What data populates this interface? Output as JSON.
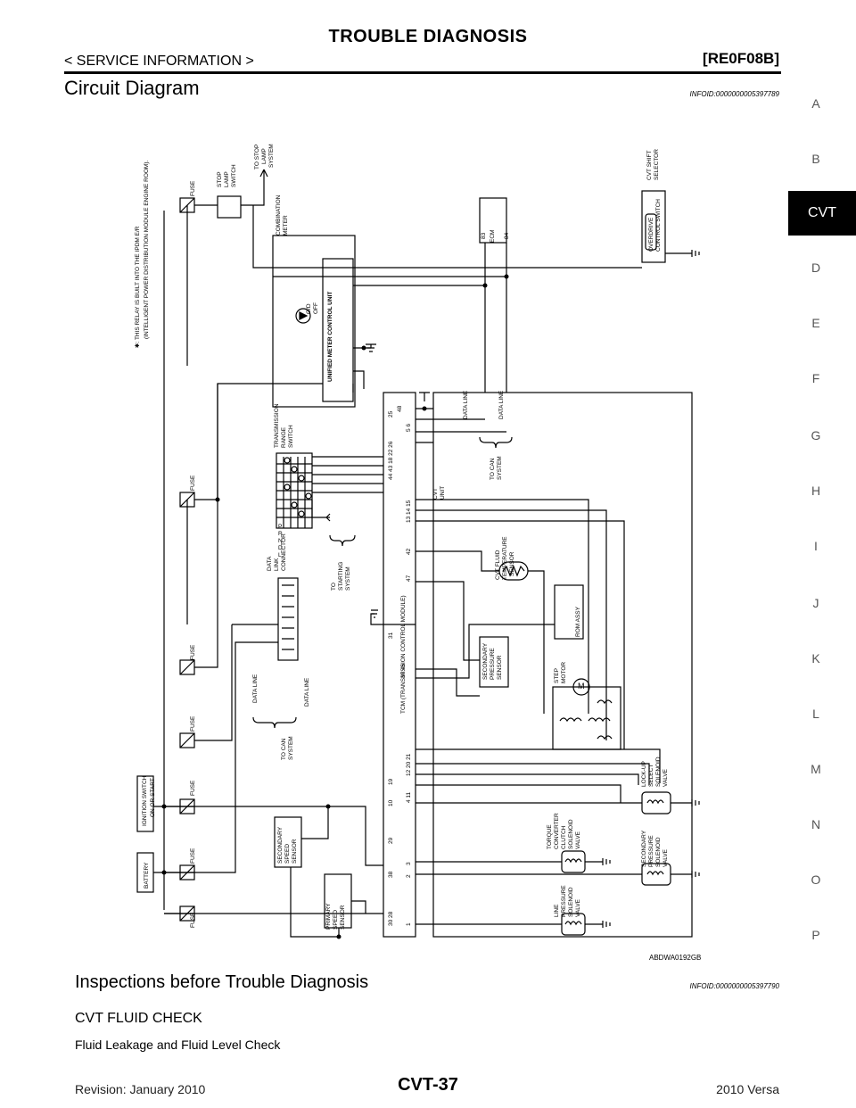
{
  "header": {
    "title": "TROUBLE DIAGNOSIS",
    "service_info": "< SERVICE INFORMATION >",
    "model_code": "[RE0F08B]"
  },
  "section": {
    "title": "Circuit Diagram",
    "info_id": "INFOID:0000000005397789"
  },
  "section2": {
    "title": "Inspections before Trouble Diagnosis",
    "info_id": "INFOID:0000000005397790"
  },
  "subsection": {
    "title": "CVT FLUID CHECK",
    "subtitle": "Fluid Leakage and Fluid Level Check"
  },
  "footer": {
    "revision": "Revision: January 2010",
    "page": "CVT-37",
    "model": "2010 Versa"
  },
  "sidebar": {
    "active": "CVT",
    "letters": [
      "A",
      "B",
      "D",
      "E",
      "F",
      "G",
      "H",
      "I",
      "J",
      "K",
      "L",
      "M",
      "N",
      "O",
      "P"
    ]
  },
  "diagram": {
    "figure_id": "ABDWA0192GB",
    "note_line1": "✱: THIS RELAY IS BUILT INTO THE IPDM E/R",
    "note_line2": "(INTELLIGENT POWER DISTRIBUTION MODULE ENGINE ROOM).",
    "fuse": "FUSE",
    "battery": "BATTERY",
    "ignition_line1": "IGNITION SWITCH",
    "ignition_line2": "ON OR START",
    "stop_lamp_line1": "STOP",
    "stop_lamp_line2": "LAMP",
    "stop_lamp_line3": "SWITCH",
    "to_stop_line1": "TO STOP",
    "to_stop_line2": "LAMP",
    "to_stop_line3": "SYSTEM",
    "combination_line1": "COMBINATION",
    "combination_line2": "METER",
    "meter_unit": "UNIFIED METER CONTROL UNIT",
    "od_line1": "O/D",
    "od_line2": "OFF",
    "ecm": "ECM",
    "ecm_pin_83": "83",
    "ecm_pin_84": "84",
    "shift_line1": "CVT SHIFT",
    "shift_line2": "SELECTOR",
    "overdrive_line1": "OVERDRIVE",
    "overdrive_line2": "CONTROL SWITCH",
    "trs_line1": "TRANSMISSION",
    "trs_line2": "RANGE",
    "trs_line3": "SWITCH",
    "trs_positions": [
      "P",
      "R",
      "N",
      "D",
      "L"
    ],
    "to_starting_line1": "TO",
    "to_starting_line2": "STARTING",
    "to_starting_line3": "SYSTEM",
    "dlc_line1": "DATA",
    "dlc_line2": "LINK",
    "dlc_line3": "CONNECTOR",
    "data_line": "DATA LINE",
    "to_can_line1": "TO CAN",
    "to_can_line2": "SYSTEM",
    "tcm": "TCM (TRANSMISSION CONTROL MODULE)",
    "cvt_unit_line1": "CVT",
    "cvt_unit_line2": "UNIT",
    "pins_top_a": "25",
    "pins_top_b": "48",
    "pins_top_c": "5   6",
    "pins_trs": "44 43 18 22 26",
    "pins_row2": "13  14  15",
    "pin_42": "42",
    "pin_47": "47",
    "pin_31": "31",
    "pins_37_46": "37     46",
    "pins_21": "12   20   21",
    "pins_19": "19",
    "pins_4_11": "4    11",
    "pin_10": "10",
    "pin_29": "29",
    "pins_3": "3",
    "pin_38": "38",
    "pin_2": "2",
    "pins_30_28": "30  28",
    "pin_1": "1",
    "fluid_temp_line1": "CVT FLUID",
    "fluid_temp_line2": "TEMPERATURE",
    "fluid_temp_line3": "SENSOR",
    "rom_assy": "ROM ASSY",
    "sec_press_line1": "SECONDARY",
    "sec_press_line2": "PRESSURE",
    "sec_press_line3": "SENSOR",
    "step_line1": "STEP",
    "step_line2": "MOTOR",
    "motor_m": "M",
    "lockup_line1": "LOCK-UP",
    "lockup_line2": "SELECT",
    "lockup_line3": "SOLENOID",
    "lockup_line4": "VALVE",
    "torque_line1": "TORQUE",
    "torque_line2": "CONVERTER",
    "torque_line3": "CLUTCH",
    "torque_line4": "SOLENOID",
    "torque_line5": "VALVE",
    "secsol_line1": "SECONDARY",
    "secsol_line2": "PRESSURE",
    "secsol_line3": "SOLENOID",
    "secsol_line4": "VALVE",
    "line_line1": "LINE",
    "line_line2": "PRESSURE",
    "line_line3": "SOLENOID",
    "line_line4": "VALVE",
    "sec_speed_line1": "SECONDARY",
    "sec_speed_line2": "SPEED",
    "sec_speed_line3": "SENSOR",
    "pri_speed_line1": "PRIMARY",
    "pri_speed_line2": "SPEED",
    "pri_speed_line3": "SENSOR"
  }
}
